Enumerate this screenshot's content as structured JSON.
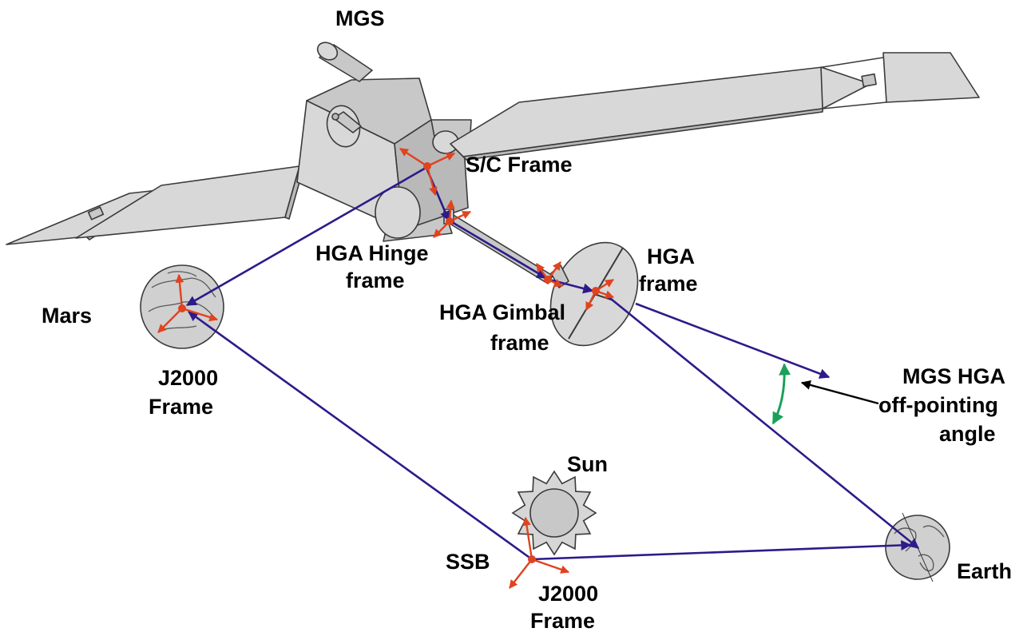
{
  "labels": {
    "mgs": "MGS",
    "sc_frame": "S/C Frame",
    "hga_hinge_1": "HGA Hinge",
    "hga_hinge_2": "frame",
    "hga_1": "HGA",
    "hga_2": "frame",
    "hga_gimbal_1": "HGA Gimbal",
    "hga_gimbal_2": "frame",
    "mars": "Mars",
    "mars_j2000_1": "J2000",
    "mars_j2000_2": "Frame",
    "angle_1": "MGS HGA",
    "angle_2": "off-pointing",
    "angle_3": "angle",
    "sun": "Sun",
    "ssb": "SSB",
    "ssb_j2000_1": "J2000",
    "ssb_j2000_2": "Frame",
    "earth": "Earth"
  },
  "colors": {
    "vector": "#2e1a8a",
    "axes": "#e0431f",
    "angle_arc": "#1aa05a",
    "pointer": "#000000",
    "spacecraft": "#c8c8c8"
  }
}
